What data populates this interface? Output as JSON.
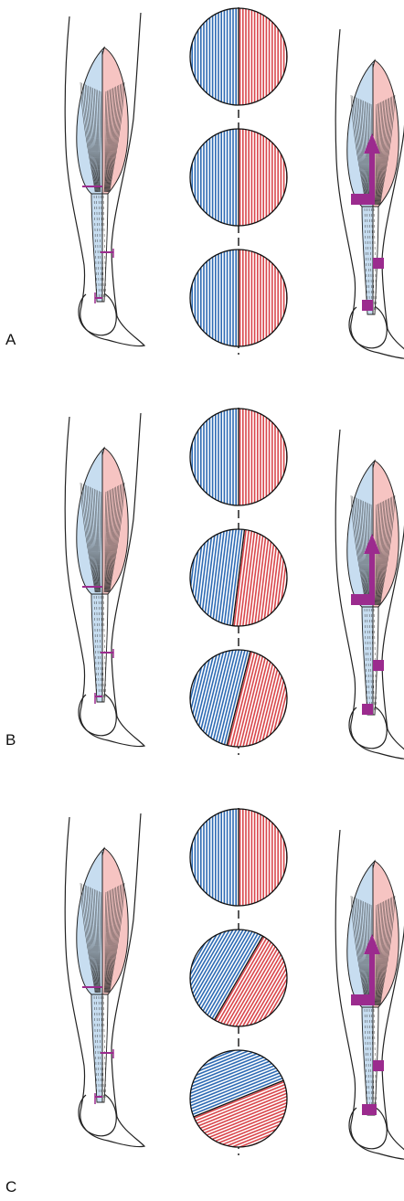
{
  "panels": [
    {
      "label": "A",
      "twist_degrees": [
        0,
        0,
        0
      ]
    },
    {
      "label": "B",
      "twist_degrees": [
        0,
        7,
        14
      ]
    },
    {
      "label": "C",
      "twist_degrees": [
        0,
        30,
        68
      ]
    }
  ],
  "colors": {
    "medial_fibers": "#2e6bb4",
    "medial_fill": "#c7ddf0",
    "lateral_fibers": "#d9474c",
    "lateral_fill": "#f6c4c2",
    "marker": "#9b2b8e",
    "outline": "#222222"
  }
}
